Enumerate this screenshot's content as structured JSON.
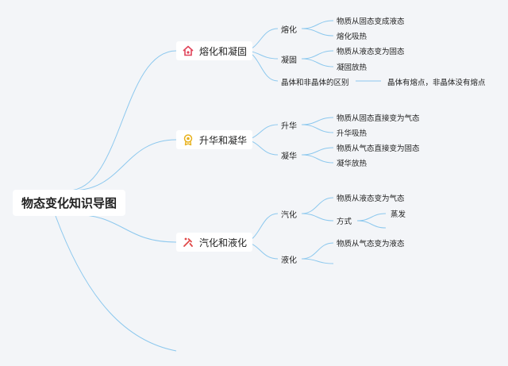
{
  "root": {
    "label": "物态变化知识导图"
  },
  "branches": [
    {
      "label": "熔化和凝固",
      "icon": "house-icon",
      "children": [
        {
          "label": "熔化",
          "children": [
            "物质从固态变成液态",
            "熔化吸热"
          ]
        },
        {
          "label": "凝固",
          "children": [
            "物质从液态变为固态",
            "凝固放热"
          ]
        },
        {
          "label": "晶体和非晶体的区别",
          "children": [
            "晶体有熔点，非晶体没有熔点"
          ]
        }
      ]
    },
    {
      "label": "升华和凝华",
      "icon": "badge-icon",
      "children": [
        {
          "label": "升华",
          "children": [
            "物质从固态直接变为气态",
            "升华吸热"
          ]
        },
        {
          "label": "凝华",
          "children": [
            "物质从气态直接变为固态",
            "凝华放热"
          ]
        }
      ]
    },
    {
      "label": "汽化和液化",
      "icon": "tools-icon",
      "children": [
        {
          "label": "汽化",
          "children": [
            "物质从液态变为气态",
            {
              "label": "方式",
              "children": [
                "蒸发"
              ]
            }
          ]
        },
        {
          "label": "液化",
          "children": [
            "物质从气态变为液态"
          ]
        }
      ]
    }
  ],
  "colors": {
    "link": "#8cc8ee",
    "background": "#f3f5f8",
    "node_bg": "#ffffff",
    "icon_house": "#e0445a",
    "icon_badge": "#e8b21e",
    "icon_tools": "#e04848"
  }
}
